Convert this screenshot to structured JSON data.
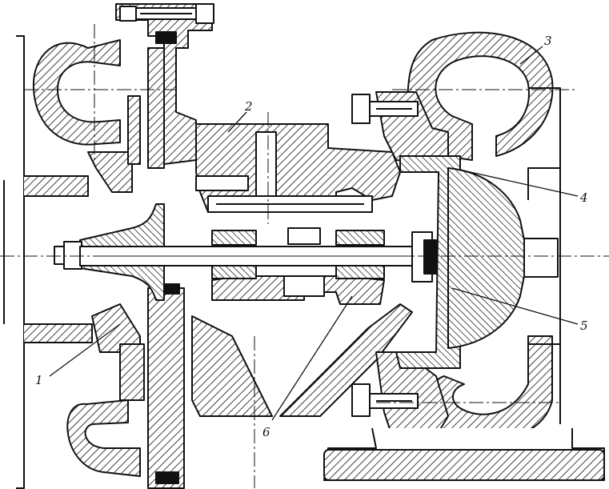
{
  "drawing": {
    "labels": [
      {
        "id": "1",
        "text": "1"
      },
      {
        "id": "2",
        "text": "2"
      },
      {
        "id": "3",
        "text": "3"
      },
      {
        "id": "4",
        "text": "4"
      },
      {
        "id": "5",
        "text": "5"
      },
      {
        "id": "6",
        "text": "6"
      }
    ],
    "colors": {
      "line": "#111111",
      "paper": "#ffffff"
    }
  }
}
